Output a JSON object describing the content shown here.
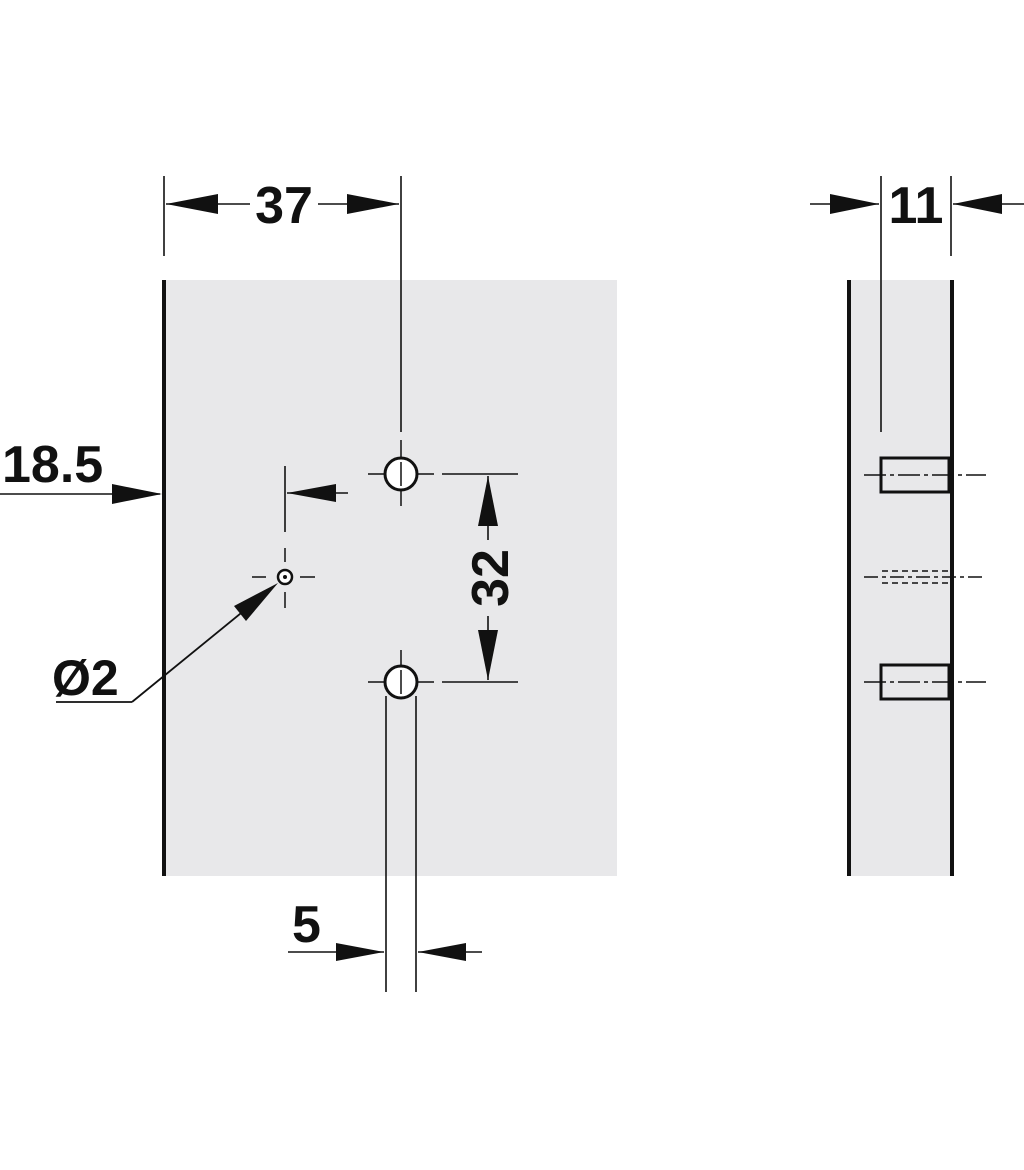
{
  "dimensions": {
    "offset_37": "37",
    "edge_18_5": "18.5",
    "spacing_32": "32",
    "diameter_2": "Ø2",
    "width_5": "5",
    "thickness_11": "11"
  }
}
